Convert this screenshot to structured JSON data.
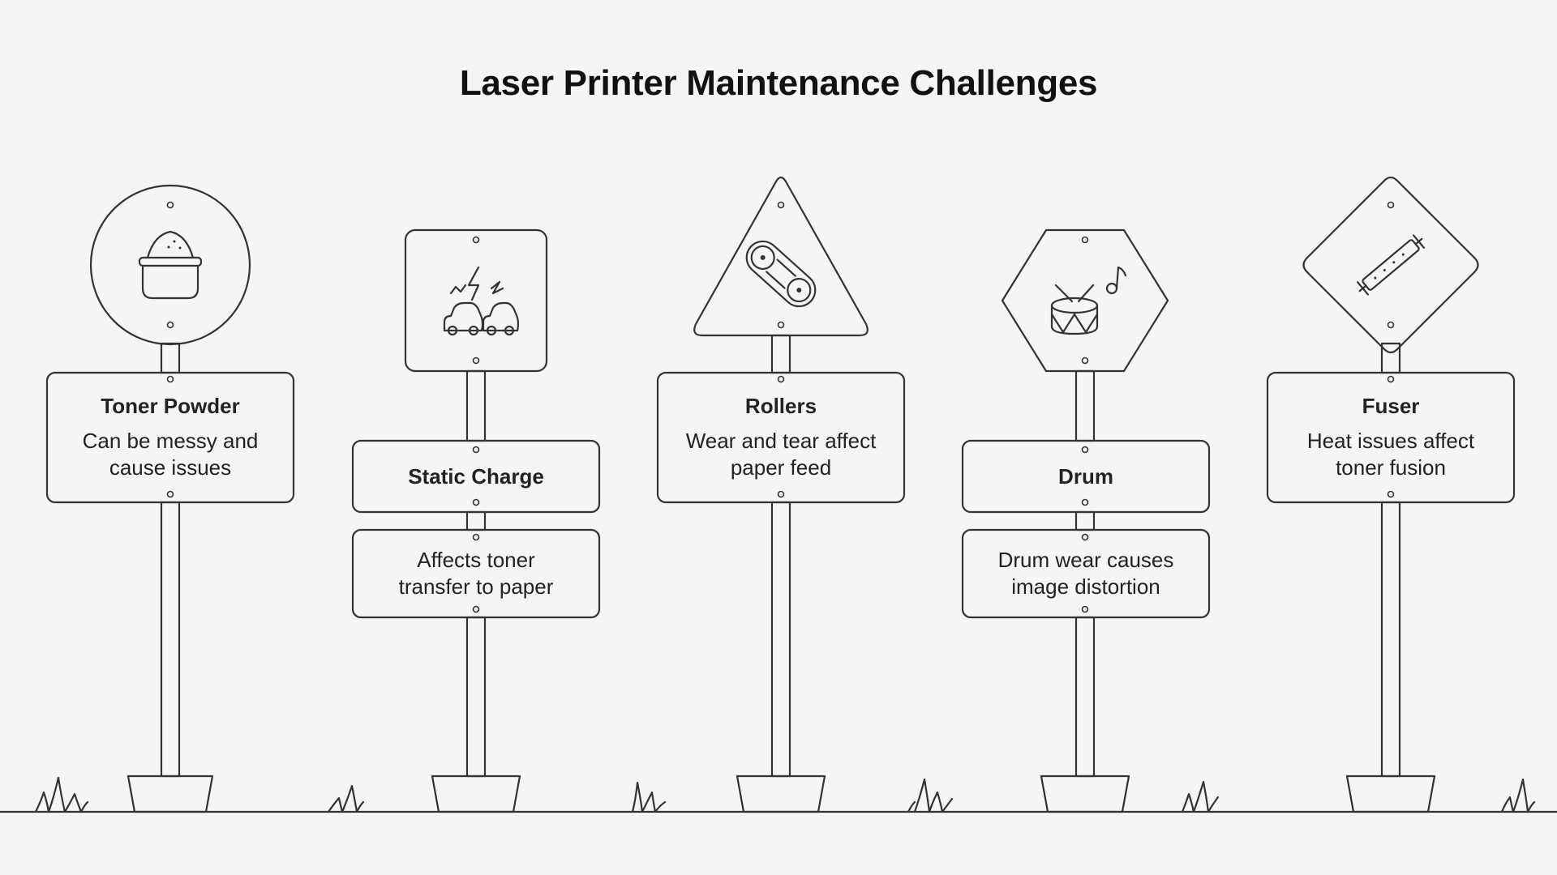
{
  "title": "Laser Printer Maintenance Challenges",
  "colors": {
    "background": "#f5f5f5",
    "stroke": "#333333",
    "text": "#222222"
  },
  "signs": [
    {
      "heading": "Toner Powder",
      "description": "Can be messy and\ncause issues",
      "shape": "circle",
      "icon": "toner-bag-icon"
    },
    {
      "heading": "Static Charge",
      "description": "Affects toner\ntransfer to paper",
      "shape": "rounded-square",
      "icon": "static-cars-icon"
    },
    {
      "heading": "Rollers",
      "description": "Wear and tear affect\npaper feed",
      "shape": "triangle",
      "icon": "rollers-icon"
    },
    {
      "heading": "Drum",
      "description": "Drum wear causes\nimage distortion",
      "shape": "hexagon",
      "icon": "drum-icon"
    },
    {
      "heading": "Fuser",
      "description": "Heat issues affect\ntoner fusion",
      "shape": "diamond",
      "icon": "fuser-icon"
    }
  ]
}
